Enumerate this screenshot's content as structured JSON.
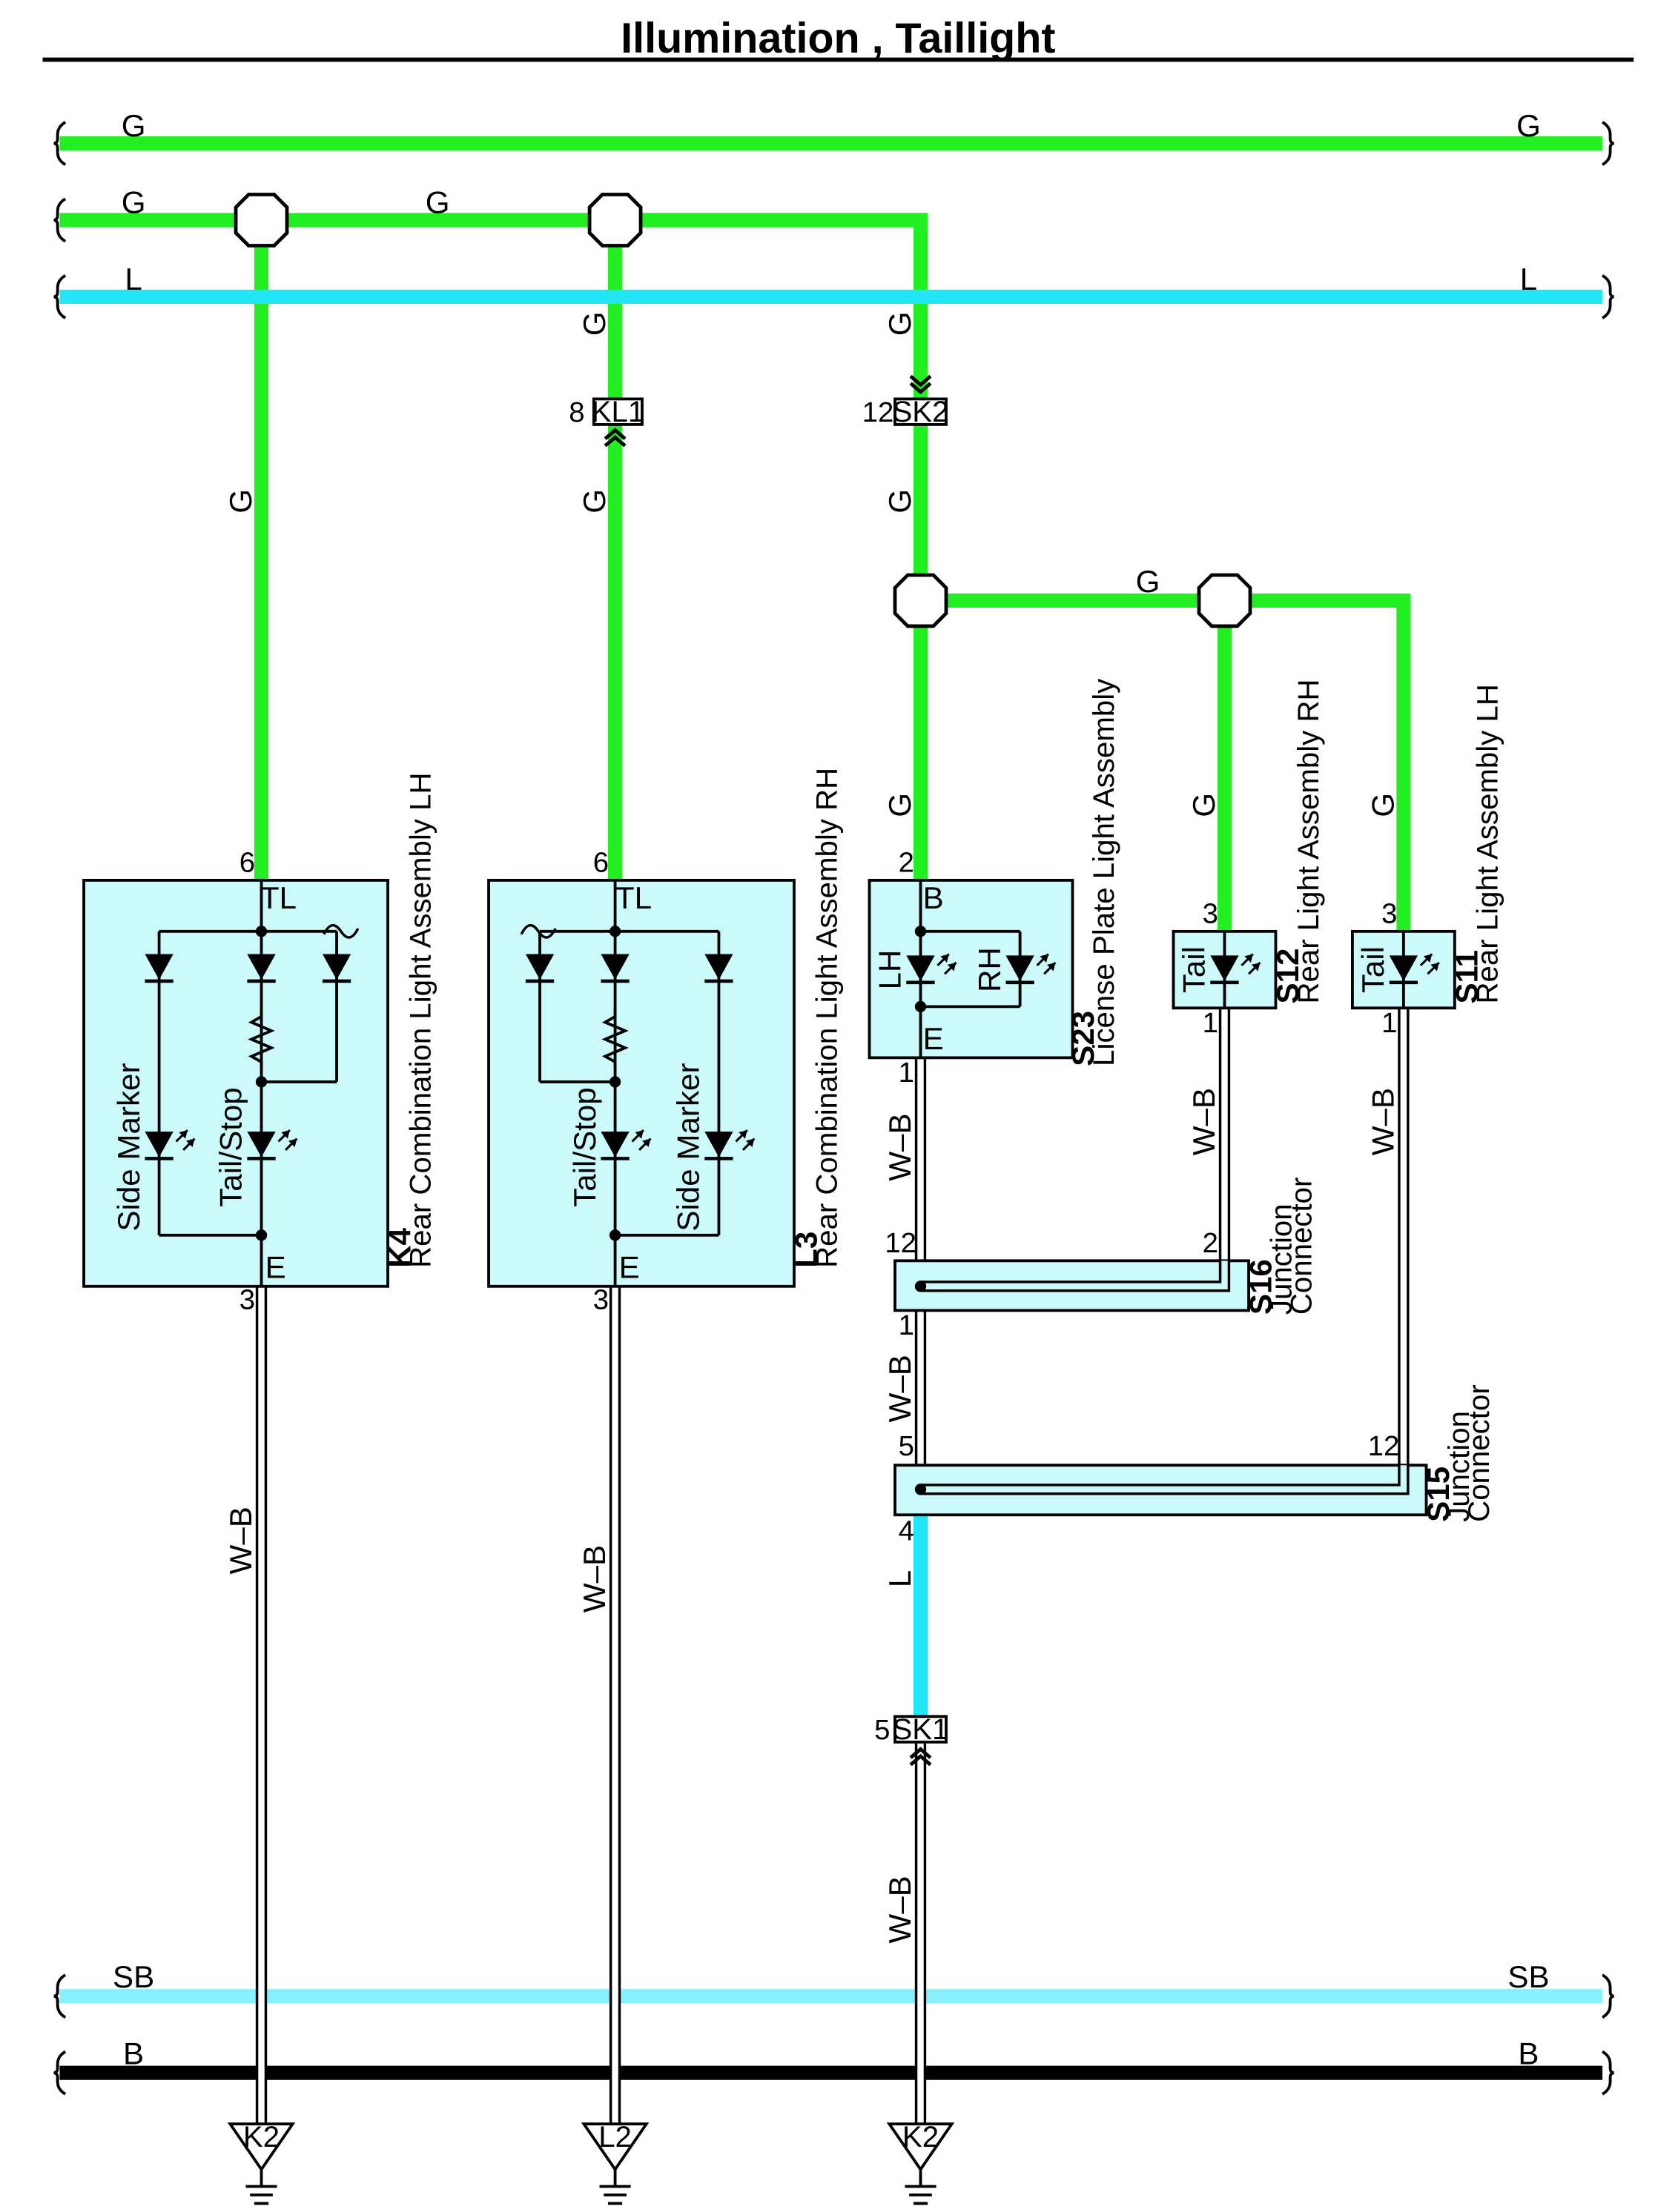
{
  "title": "Illumination , Taillight",
  "colors": {
    "G": "#22ee22",
    "L": "#22e6f6",
    "SB": "#88f0fc",
    "B": "#000000",
    "box_fill": "#ccfafa",
    "W-B_core": "#ffffff"
  },
  "buses": [
    {
      "id": "bus-g-1",
      "left": "G",
      "right": "G"
    },
    {
      "id": "bus-g-2",
      "left": "G",
      "mid": "G"
    },
    {
      "id": "bus-l",
      "left": "L",
      "right": "L"
    },
    {
      "id": "bus-sb",
      "left": "SB",
      "right": "SB"
    },
    {
      "id": "bus-b",
      "left": "B",
      "right": "B"
    }
  ],
  "wire_labels": {
    "k4_g": "G",
    "l3_g_top": "G",
    "l3_g": "G",
    "sk2_g_top": "G",
    "sk2_g": "G",
    "branch_g": "G",
    "s23_g": "G",
    "s12_g": "G",
    "s11_g": "G",
    "s23_wb": "W–B",
    "s12_wb": "W–B",
    "s11_wb": "W–B",
    "s16_wb": "W–B",
    "s15_l": "L",
    "sk1_wb": "W–B",
    "k4_wb": "W–B",
    "l3_wb": "W–B"
  },
  "connectors": [
    {
      "id": "KL1",
      "label": "KL1",
      "pin": "8"
    },
    {
      "id": "SK2",
      "label": "SK2",
      "pin": "12"
    },
    {
      "id": "SK1",
      "label": "SK1",
      "pin": "5"
    }
  ],
  "components": {
    "k4": {
      "code": "K4",
      "name": "Rear Combination Light Assembly LH",
      "top_pin": "6",
      "top_term": "TL",
      "bot_term": "E",
      "bot_pin": "3",
      "bulb1": "Side Marker",
      "bulb2": "Tail/Stop"
    },
    "l3": {
      "code": "L3",
      "name": "Rear Combination Light Assembly RH",
      "top_pin": "6",
      "top_term": "TL",
      "bot_term": "E",
      "bot_pin": "3",
      "bulb1": "Tail/Stop",
      "bulb2": "Side Marker"
    },
    "s23": {
      "code": "S23",
      "name": "License Plate Light Assembly",
      "top_pin": "2",
      "top_term": "B",
      "bot_term": "E",
      "bot_pin": "1",
      "lamp_lh": "LH",
      "lamp_rh": "RH"
    },
    "s12": {
      "code": "S12",
      "name": "Rear Light Assembly RH",
      "top_pin": "3",
      "bot_pin": "1",
      "lamp": "Tail"
    },
    "s11": {
      "code": "S11",
      "name": "Rear Light Assembly LH",
      "top_pin": "3",
      "bot_pin": "1",
      "lamp": "Tail"
    },
    "s16": {
      "code": "S16",
      "name_line1": "Junction",
      "name_line2": "Connector",
      "pin_a": "12",
      "pin_b": "2",
      "pin_c": "1"
    },
    "s15": {
      "code": "S15",
      "name_line1": "Junction",
      "name_line2": "Connector",
      "pin_a": "5",
      "pin_b": "12",
      "pin_c": "4"
    }
  },
  "grounds": [
    {
      "id": "g1",
      "label": "K2"
    },
    {
      "id": "g2",
      "label": "L2"
    },
    {
      "id": "g3",
      "label": "K2"
    }
  ]
}
